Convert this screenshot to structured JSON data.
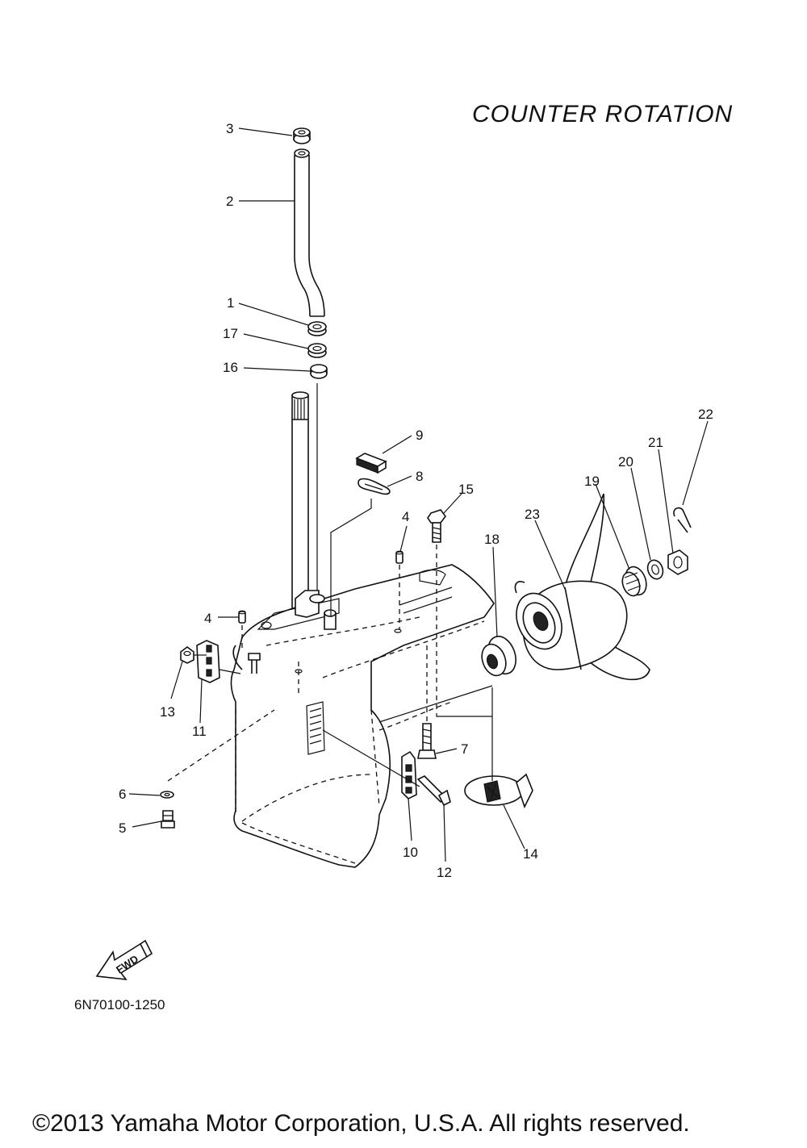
{
  "title": "COUNTER  ROTATION",
  "diagram_code": "6N70100-1250",
  "copyright": "©2013 Yamaha Motor Corporation, U.S.A. All rights reserved.",
  "fwd_label": "FWD",
  "callouts": [
    "1",
    "2",
    "3",
    "4",
    "4",
    "5",
    "6",
    "7",
    "8",
    "9",
    "10",
    "11",
    "12",
    "13",
    "14",
    "15",
    "16",
    "17",
    "18",
    "19",
    "20",
    "21",
    "22",
    "23"
  ]
}
